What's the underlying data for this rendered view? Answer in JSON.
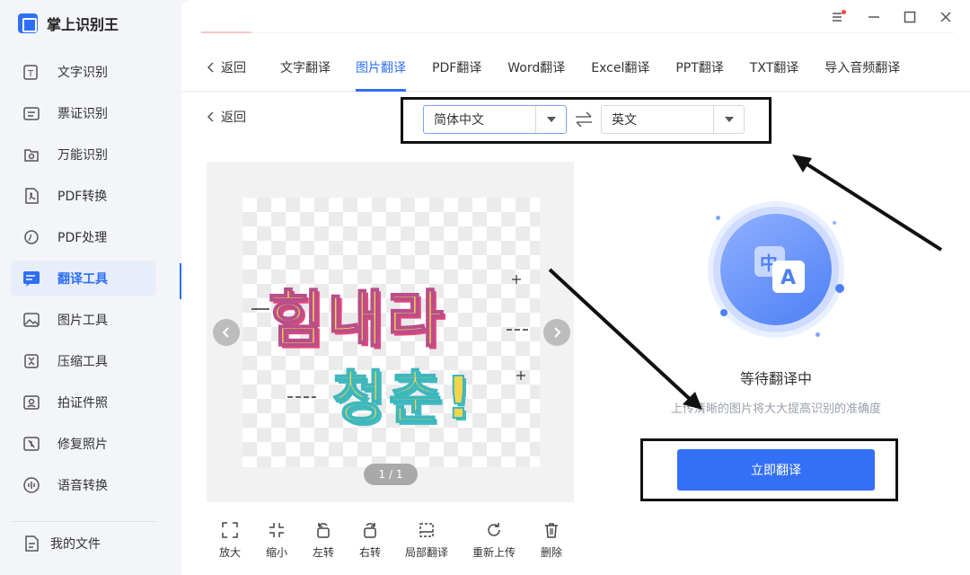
{
  "app": {
    "name": "掌上识别王"
  },
  "sidebar": {
    "items": [
      {
        "label": "文字识别",
        "icon": "text-recognition-icon"
      },
      {
        "label": "票证识别",
        "icon": "ticket-icon"
      },
      {
        "label": "万能识别",
        "icon": "universal-recognition-icon"
      },
      {
        "label": "PDF转换",
        "icon": "pdf-convert-icon"
      },
      {
        "label": "PDF处理",
        "icon": "pdf-process-icon"
      },
      {
        "label": "翻译工具",
        "icon": "translate-tool-icon",
        "active": true
      },
      {
        "label": "图片工具",
        "icon": "image-tool-icon"
      },
      {
        "label": "压缩工具",
        "icon": "compress-icon"
      },
      {
        "label": "拍证件照",
        "icon": "id-photo-icon"
      },
      {
        "label": "修复照片",
        "icon": "photo-repair-icon"
      },
      {
        "label": "语音转换",
        "icon": "voice-convert-icon"
      }
    ],
    "my_files": "我的文件"
  },
  "tabs": {
    "back": "返回",
    "items": [
      "文字翻译",
      "图片翻译",
      "PDF翻译",
      "Word翻译",
      "Excel翻译",
      "PPT翻译",
      "TXT翻译",
      "导入音频翻译"
    ],
    "active_index": 1
  },
  "content": {
    "back": "返回",
    "source_lang": "简体中文",
    "target_lang": "英文",
    "preview": {
      "line1": "힘내라",
      "line2": "청춘!",
      "page_indicator": "1 / 1"
    },
    "toolbar": [
      "放大",
      "缩小",
      "左转",
      "右转",
      "局部翻译",
      "重新上传",
      "删除"
    ],
    "status_title": "等待翻译中",
    "status_hint": "上传清晰的图片将大大提高识别的准确度",
    "translate_button": "立即翻译"
  },
  "colors": {
    "accent": "#2f6ff5",
    "button": "#3370f5"
  }
}
